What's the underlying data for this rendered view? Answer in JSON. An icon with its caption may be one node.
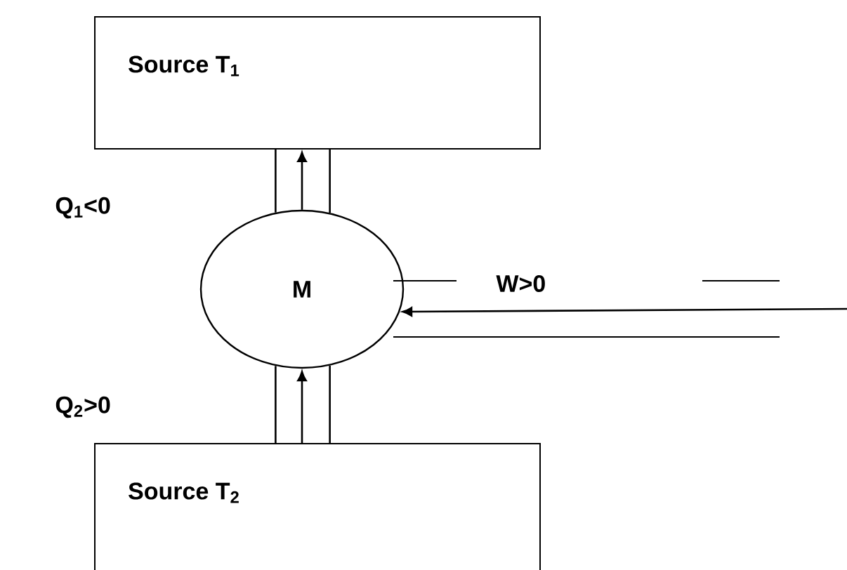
{
  "diagram": {
    "nodes": [
      {
        "text": [
          "Source T$_{1}$"
        ]
      },
      {
        "text": [
          "M"
        ]
      },
      {
        "text": [
          "Source T$_{2}$"
        ]
      }
    ],
    "edges": [
      {
        "from": 1,
        "to": 0,
        "arrow": "to"
      },
      {
        "from": 2,
        "to": 1,
        "arrow": "to"
      },
      {
        "from": null,
        "to": 1,
        "arrow": "to",
        "label": "W>0"
      },
      {
        "from": 0,
        "to": 1,
        "arrow": "none"
      },
      {
        "from": 0,
        "to": 1,
        "arrow": "none"
      },
      {
        "from": 1,
        "to": 2,
        "arrow": "none"
      },
      {
        "from": 1,
        "to": 2,
        "arrow": "none"
      }
    ],
    "labels": [
      "Q$_{1}$<0",
      "Q$_{2}$>0"
    ]
  }
}
